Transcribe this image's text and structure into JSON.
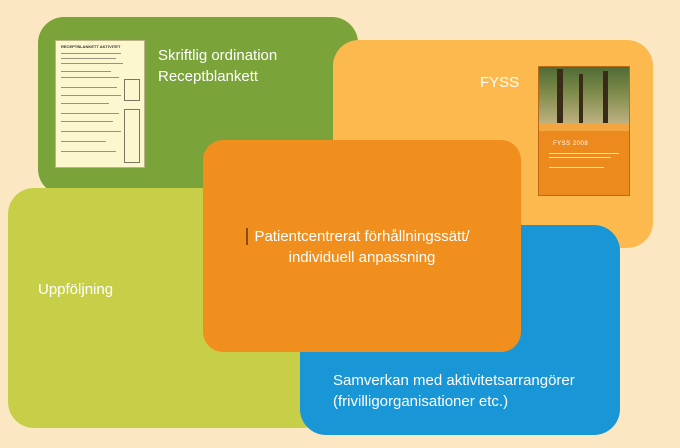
{
  "labels": {
    "written_prescription": "Skriftlig ordination\nReceptblankett",
    "fyss": "FYSS",
    "patient_centered": "Patientcentrerat förhållningssätt/\nindividuell anpassning",
    "followup": "Uppföljning",
    "collaboration": "Samverkan med aktivitetsarrangörer\n(frivilligorganisationer etc.)"
  },
  "form_thumbnail": {
    "title": "RECEPTBLANKETT AKTIVITET"
  },
  "book_cover": {
    "title": "FYSS 2008"
  },
  "colors": {
    "background": "#fce7c3",
    "green": "#7aa43a",
    "yellow": "#fbb94e",
    "lime": "#c7cf48",
    "blue": "#1996d6",
    "orange": "#f18f1e"
  }
}
